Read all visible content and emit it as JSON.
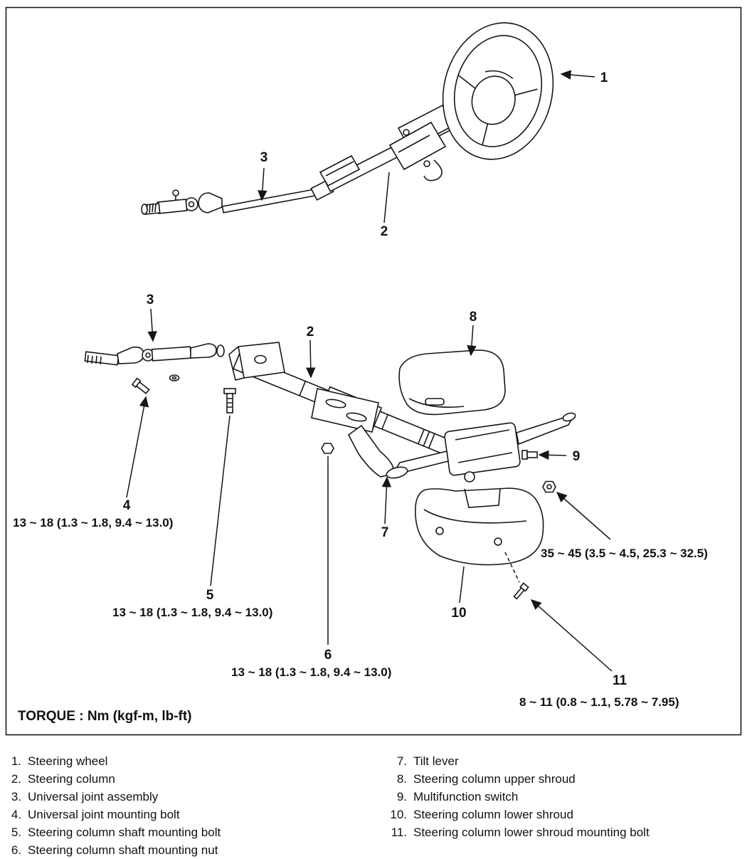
{
  "figure": {
    "torque_note": "TORQUE : Nm (kgf-m, lb-ft)",
    "callouts": {
      "wheel": "1",
      "column_upper": "2",
      "ujoint_upper": "3",
      "column_lower": "2",
      "ujoint_lower": "3",
      "ujoint_bolt": "4",
      "shaft_bolt": "5",
      "shaft_nut": "6",
      "tilt_lever": "7",
      "upper_shroud": "8",
      "multifunction_switch": "9",
      "lower_shroud": "10",
      "shroud_bolt": "11"
    },
    "torque_specs": {
      "ujoint_bolt": "13 ~ 18 (1.3 ~ 1.8, 9.4 ~ 13.0)",
      "shaft_bolt": "13 ~ 18 (1.3 ~ 1.8, 9.4 ~ 13.0)",
      "shaft_nut": "13 ~ 18 (1.3 ~ 1.8, 9.4 ~ 13.0)",
      "switch_nut": "35 ~ 45 (3.5 ~ 4.5, 25.3 ~ 32.5)",
      "shroud_bolt": "8 ~ 11 (0.8 ~ 1.1, 5.78 ~ 7.95)"
    }
  },
  "legend": {
    "left": [
      {
        "num": "1.",
        "label": "Steering wheel"
      },
      {
        "num": "2.",
        "label": "Steering column"
      },
      {
        "num": "3.",
        "label": "Universal joint assembly"
      },
      {
        "num": "4.",
        "label": "Universal joint mounting bolt"
      },
      {
        "num": "5.",
        "label": "Steering column shaft mounting bolt"
      },
      {
        "num": "6.",
        "label": "Steering column shaft mounting nut"
      }
    ],
    "right": [
      {
        "num": "7.",
        "label": "Tilt lever"
      },
      {
        "num": "8.",
        "label": "Steering column upper shroud"
      },
      {
        "num": "9.",
        "label": "Multifunction switch"
      },
      {
        "num": "10.",
        "label": "Steering column lower shroud"
      },
      {
        "num": "11.",
        "label": "Steering column lower shroud mounting bolt"
      }
    ]
  }
}
